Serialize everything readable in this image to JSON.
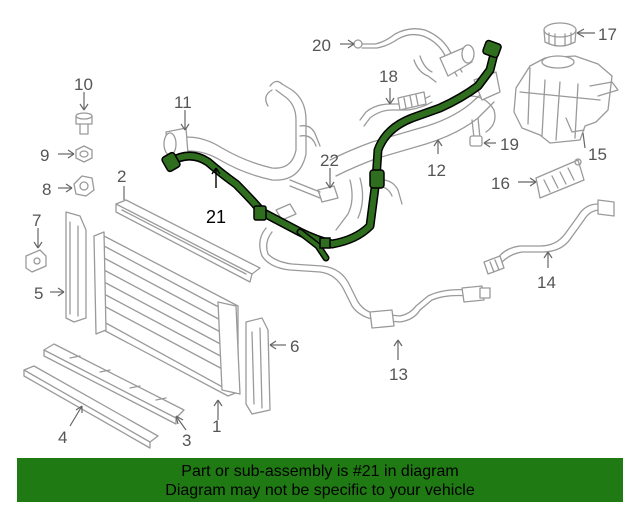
{
  "callouts": {
    "c1": "1",
    "c2": "2",
    "c3": "3",
    "c4": "4",
    "c5": "5",
    "c6": "6",
    "c7": "7",
    "c8": "8",
    "c9": "9",
    "c10": "10",
    "c11": "11",
    "c12": "12",
    "c13": "13",
    "c14": "14",
    "c15": "15",
    "c16": "16",
    "c17": "17",
    "c18": "18",
    "c19": "19",
    "c20": "20",
    "c21": "21",
    "c22": "22"
  },
  "highlight": {
    "color": "#2f6e1e",
    "outline": "#000000"
  },
  "banner": {
    "line1": "Part or sub-assembly is #21 in diagram",
    "line2": "Diagram may not be specific to your vehicle",
    "background": "#1f7a14"
  }
}
